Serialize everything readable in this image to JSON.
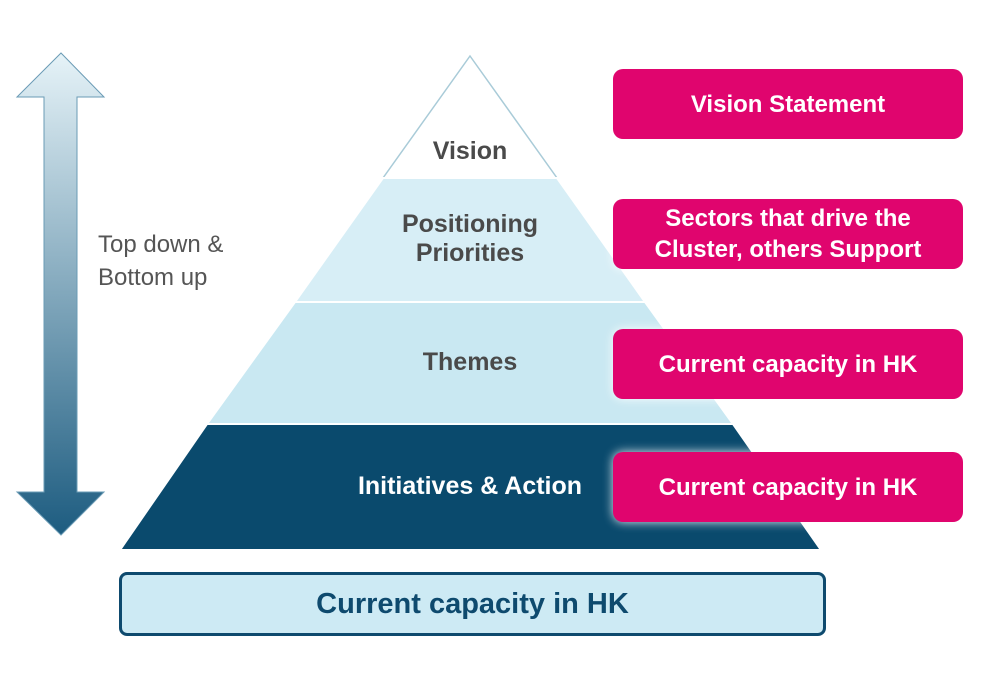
{
  "arrow_label": [
    "Top down &",
    "Bottom up"
  ],
  "pyramid": {
    "tiers": [
      {
        "lines": [
          "Vision"
        ]
      },
      {
        "lines": [
          "Positioning",
          "Priorities"
        ]
      },
      {
        "lines": [
          "Themes"
        ]
      },
      {
        "lines": [
          "Initiatives & Action"
        ]
      }
    ]
  },
  "side_boxes": [
    {
      "lines": [
        "Vision Statement"
      ]
    },
    {
      "lines": [
        "Sectors that drive the",
        "Cluster, others Support"
      ]
    },
    {
      "lines": [
        "Current capacity in HK"
      ]
    },
    {
      "lines": [
        "Current capacity in HK"
      ]
    }
  ],
  "base": {
    "label": "Current capacity in HK"
  },
  "colors": {
    "accent_pink": "#e0056e",
    "tier_light": "#ccebf4",
    "tier_dark": "#0a4a6d",
    "arrow_top": "#e6f3f8",
    "arrow_bottom": "#1d5c80"
  }
}
